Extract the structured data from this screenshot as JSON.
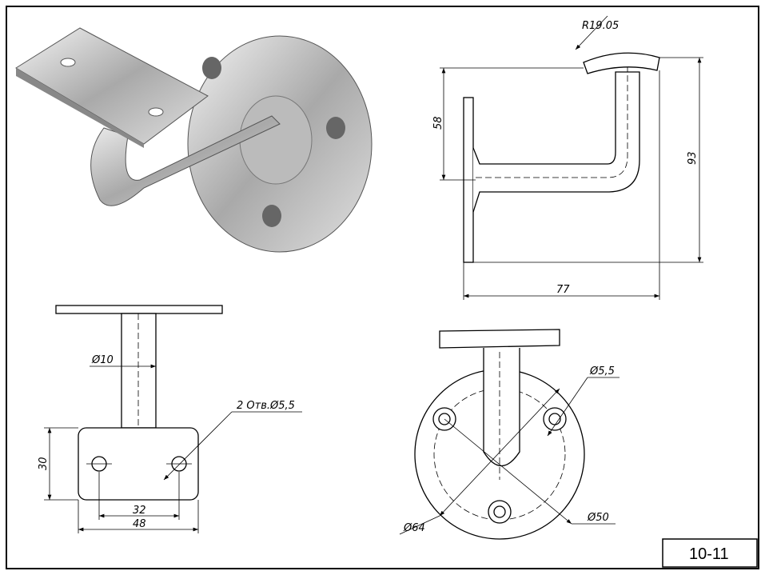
{
  "sheet": {
    "code": "10-11"
  },
  "side_view": {
    "radius": "R19.05",
    "height_58": "58",
    "height_93": "93",
    "length_77": "77"
  },
  "top_view": {
    "tube_dia": "Ø10",
    "holes": "2 Отв.Ø5,5",
    "width_30": "30",
    "hole_spacing_32": "32",
    "length_48": "48"
  },
  "front_view": {
    "hole_dia": "Ø5,5",
    "bolt_circle": "Ø50",
    "flange_dia": "Ø64"
  }
}
